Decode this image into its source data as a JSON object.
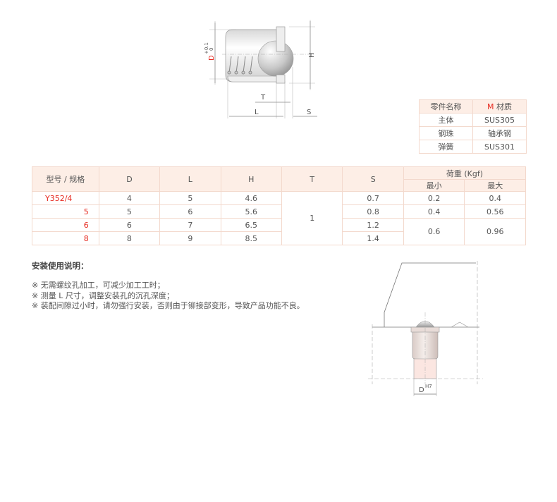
{
  "top_diagram": {
    "labels": {
      "d": "D",
      "d_tol_upper": "+0.1",
      "d_tol_lower": "0",
      "h": "H",
      "t": "T",
      "l": "L",
      "s": "S"
    }
  },
  "material_table": {
    "headers": {
      "part_name": "零件名称",
      "material_prefix": "M",
      "material": "材质"
    },
    "rows": [
      {
        "part": "主体",
        "material": "SUS305"
      },
      {
        "part": "钢珠",
        "material": "轴承钢"
      },
      {
        "part": "弹簧",
        "material": "SUS301"
      }
    ]
  },
  "spec_table": {
    "headers": {
      "model": "型号 / 规格",
      "d": "D",
      "l": "L",
      "h": "H",
      "t": "T",
      "s": "S",
      "load": "荷重 (Kgf)",
      "load_min": "最小",
      "load_max": "最大"
    },
    "rows": [
      {
        "model": "Y352/4",
        "d": "4",
        "l": "5",
        "h": "4.6",
        "s": "0.7",
        "min": "0.2",
        "max": "0.4"
      },
      {
        "model": "5",
        "d": "5",
        "l": "6",
        "h": "5.6",
        "s": "0.8",
        "min": "0.4",
        "max": "0.56"
      },
      {
        "model": "6",
        "d": "6",
        "l": "7",
        "h": "6.5",
        "s": "1.2",
        "min": "0.6",
        "max": "0.96"
      },
      {
        "model": "8",
        "d": "8",
        "l": "9",
        "h": "8.5",
        "s": "1.4"
      }
    ],
    "t_shared": "1"
  },
  "instructions": {
    "title": "安装使用说明：",
    "items": [
      "※ 无需螺纹孔加工，可减少加工工时；",
      "※ 测量 L 尺寸，调整安装孔的沉孔深度；",
      "※ 装配间隙过小时，请勿强行安装，否则由于铆接部变形，导致产品功能不良。"
    ]
  },
  "install_diagram": {
    "labels": {
      "d": "D",
      "tolerance": "H7"
    }
  },
  "colors": {
    "accent_red": "#e6281e",
    "header_bg": "#fdeee6",
    "border": "#f3d9cd"
  }
}
